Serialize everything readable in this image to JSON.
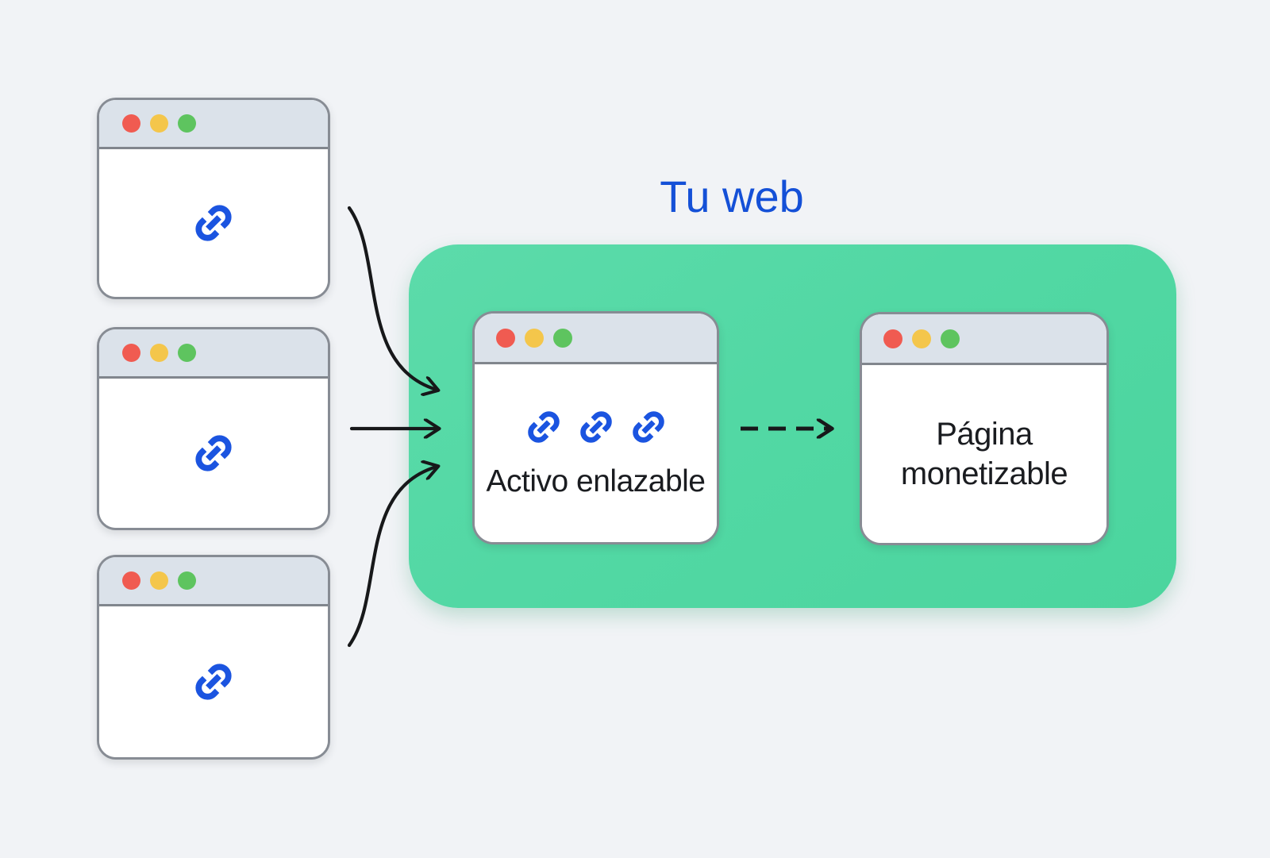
{
  "diagram": {
    "title": {
      "text": "Tu web",
      "color": "#1450d7"
    },
    "external_sites": [
      {
        "name": "external-site-1",
        "icon": "link-icon"
      },
      {
        "name": "external-site-2",
        "icon": "link-icon"
      },
      {
        "name": "external-site-3",
        "icon": "link-icon"
      }
    ],
    "tu_web_panel": {
      "background": "#52d8a4",
      "nodes": [
        {
          "name": "activo-enlazable",
          "label": "Activo enlazable",
          "icons": [
            "link-icon",
            "link-icon",
            "link-icon"
          ]
        },
        {
          "name": "pagina-monetizable",
          "label": "Página monetizable"
        }
      ]
    },
    "connections": [
      {
        "from": "external-site-1",
        "to": "activo-enlazable",
        "style": "solid-curved-down"
      },
      {
        "from": "external-site-2",
        "to": "activo-enlazable",
        "style": "solid-straight"
      },
      {
        "from": "external-site-3",
        "to": "activo-enlazable",
        "style": "solid-curved-up"
      },
      {
        "from": "activo-enlazable",
        "to": "pagina-monetizable",
        "style": "dashed"
      }
    ]
  },
  "window_chrome": {
    "traffic_lights": [
      {
        "name": "red-dot",
        "color": "#f05b51"
      },
      {
        "name": "yellow-dot",
        "color": "#f4c64b"
      },
      {
        "name": "green-dot",
        "color": "#5ec45f"
      }
    ],
    "titlebar_color": "#dbe2ea",
    "border_color": "#878c94"
  },
  "colors": {
    "background": "#f1f3f6",
    "panel_green": "#52d8a4",
    "accent_blue": "#1450d7",
    "link_icon_blue": "#1b54e0",
    "arrow_black": "#17181a",
    "label_text": "#1a1c20"
  }
}
